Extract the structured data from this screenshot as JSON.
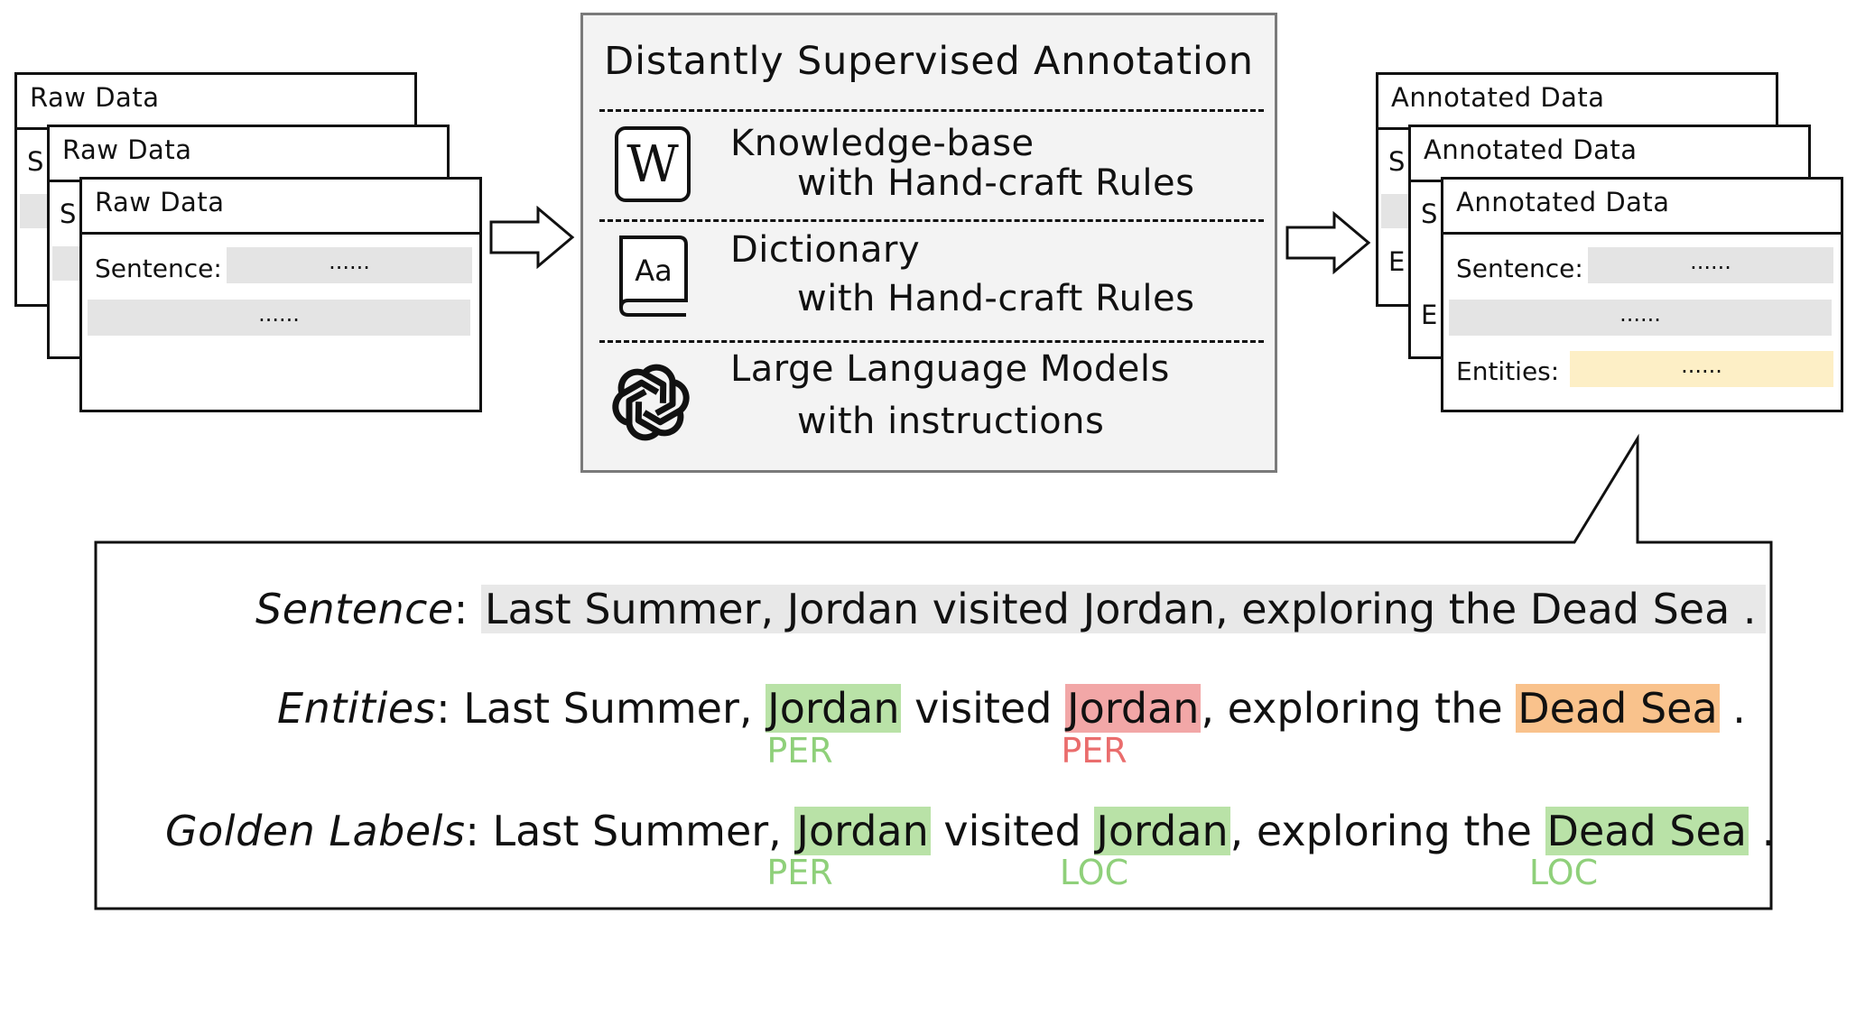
{
  "left_stack": {
    "title": "Raw Data",
    "peek_letter": "S",
    "sentence_label": "Sentence:",
    "sentence_placeholder": "......",
    "line2_placeholder": "......"
  },
  "center": {
    "title": "Distantly Supervised Annotation",
    "methods": [
      {
        "icon": "wikipedia-icon",
        "line1": "Knowledge-base",
        "line2": "with Hand-craft Rules"
      },
      {
        "icon": "dictionary-icon",
        "line1": "Dictionary",
        "line2": "with Hand-craft Rules"
      },
      {
        "icon": "openai-icon",
        "line1": "Large Language Models",
        "line2": "with instructions"
      }
    ]
  },
  "right_stack": {
    "title": "Annotated Data",
    "peek_letter_1": "S",
    "peek_letter_2": "E",
    "sentence_label": "Sentence:",
    "sentence_placeholder": "......",
    "line2_placeholder": "......",
    "entities_label": "Entities:",
    "entities_placeholder": "......"
  },
  "example": {
    "sentence": {
      "label": "Sentence",
      "text": "Last Summer, Jordan visited Jordan, exploring the Dead Sea ."
    },
    "entities": {
      "label": "Entities",
      "pre": "Last Summer, ",
      "e1": "Jordan",
      "mid1": " visited ",
      "e2": "Jordan",
      "mid2": ", exploring the ",
      "e3": "Dead Sea",
      "post": " .",
      "tag1": "PER",
      "tag2": "PER"
    },
    "golden": {
      "label": "Golden Labels",
      "pre": "Last Summer, ",
      "e1": "Jordan",
      "mid1": " visited ",
      "e2": "Jordan",
      "mid2": ", exploring the ",
      "e3": "Dead Sea",
      "post": " .",
      "tag1": "PER",
      "tag2": "LOC",
      "tag3": "LOC"
    }
  },
  "colors": {
    "green_highlight": "#b9e2a7",
    "red_highlight": "#f2a7a7",
    "orange_highlight": "#f9c28c",
    "green_tag": "#8fd07a",
    "red_tag": "#ea6d6d",
    "field_gray": "#e4e4e4",
    "entity_field": "#fdefc6"
  }
}
